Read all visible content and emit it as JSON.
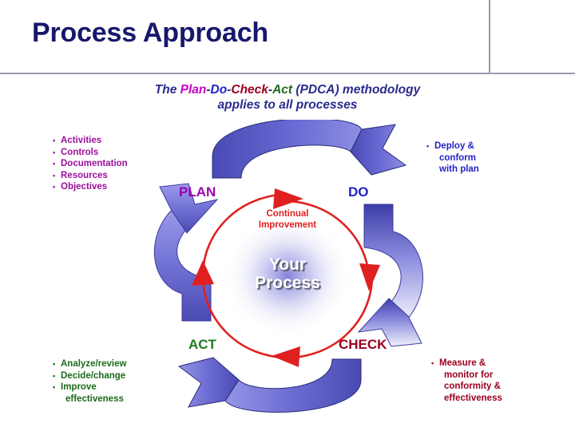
{
  "slide": {
    "title": "Process Approach",
    "subtitle": {
      "prefix": "The ",
      "plan": "Plan",
      "sep1": "-",
      "do": "Do",
      "sep2": "-",
      "check": "Check",
      "sep3": "-",
      "act": "Act",
      "suffix": " (PDCA) methodology",
      "line2": "applies to all processes"
    }
  },
  "stages": {
    "plan": "PLAN",
    "do": "DO",
    "check": "CHECK",
    "act": "ACT"
  },
  "center": {
    "continual_improvement_line1": "Continual",
    "continual_improvement_line2": "Improvement",
    "your_process_line1": "Your",
    "your_process_line2": "Process"
  },
  "bullets": {
    "plan": [
      {
        "text": "Activities",
        "bullet": true
      },
      {
        "text": "Controls",
        "bullet": true
      },
      {
        "text": "Documentation",
        "bullet": true
      },
      {
        "text": "Resources",
        "bullet": true
      },
      {
        "text": "Objectives",
        "bullet": true
      }
    ],
    "do": [
      {
        "text": "Deploy &",
        "bullet": true
      },
      {
        "text": "conform",
        "bullet": false
      },
      {
        "text": "with plan",
        "bullet": false
      }
    ],
    "act": [
      {
        "text": "Analyze/review",
        "bullet": true
      },
      {
        "text": "Decide/change",
        "bullet": true
      },
      {
        "text": "Improve",
        "bullet": true
      },
      {
        "text": "effectiveness",
        "bullet": false
      }
    ],
    "check": [
      {
        "text": "Measure &",
        "bullet": true
      },
      {
        "text": "monitor for",
        "bullet": false
      },
      {
        "text": "conformity &",
        "bullet": false
      },
      {
        "text": "effectiveness",
        "bullet": false
      }
    ]
  },
  "colors": {
    "title": "#17186b",
    "rule": "#9a9ab4",
    "plan": "#9c0f9c",
    "do": "#2222c8",
    "check": "#9b0020",
    "act": "#1b6b1b",
    "cycle_arrow": "#e02020",
    "block_arrow_dark": "#3d3da8",
    "block_arrow_light": "#eeeefb",
    "center_glow": "#7b7bd8"
  }
}
